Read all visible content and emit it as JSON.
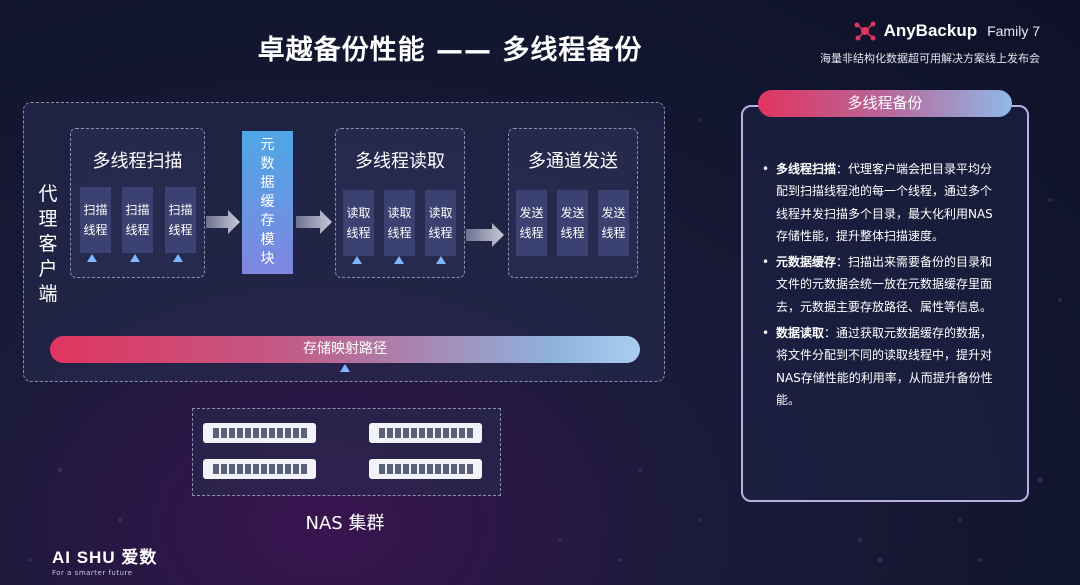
{
  "header": {
    "title": "卓越备份性能 —— 多线程备份",
    "brand_name": "AnyBackup",
    "brand_family": "Family 7",
    "brand_subtitle": "海量非结构化数据超可用解决方案线上发布会"
  },
  "diagram": {
    "agent_label": "代理客户端",
    "scan": {
      "title": "多线程扫描",
      "threads": [
        "扫描线程",
        "扫描线程",
        "扫描线程"
      ]
    },
    "cache_module": "元数据缓存模块",
    "read": {
      "title": "多线程读取",
      "threads": [
        "读取线程",
        "读取线程",
        "读取线程"
      ]
    },
    "send": {
      "title": "多通道发送",
      "threads": [
        "发送线程",
        "发送线程",
        "发送线程"
      ]
    },
    "map_bar": "存储映射路径",
    "nas_label": "NAS 集群"
  },
  "info": {
    "header": "多线程备份",
    "bullets": [
      {
        "term": "多线程扫描",
        "text": "：代理客户端会把目录平均分配到扫描线程池的每一个线程，通过多个线程并发扫描多个目录，最大化利用NAS存储性能，提升整体扫描速度。"
      },
      {
        "term": "元数据缓存",
        "text": "：扫描出来需要备份的目录和文件的元数据会统一放在元数据缓存里面去，元数据主要存放路径、属性等信息。"
      },
      {
        "term": "数据读取",
        "text": "：通过获取元数据缓存的数据，将文件分配到不同的读取线程中，提升对NAS存储性能的利用率，从而提升备份性能。"
      }
    ]
  },
  "footer": {
    "logo_text": "AI SHU 爱数",
    "tagline": "For a smarter future"
  },
  "icons": {
    "brand_logo": "molecule-icon",
    "arrow": "block-arrow-icon",
    "server": "server-rack-icon"
  },
  "colors": {
    "accent_red": "#e0355f",
    "accent_blue": "#8fb9e8",
    "cache_blue": "#4ea7e6"
  }
}
